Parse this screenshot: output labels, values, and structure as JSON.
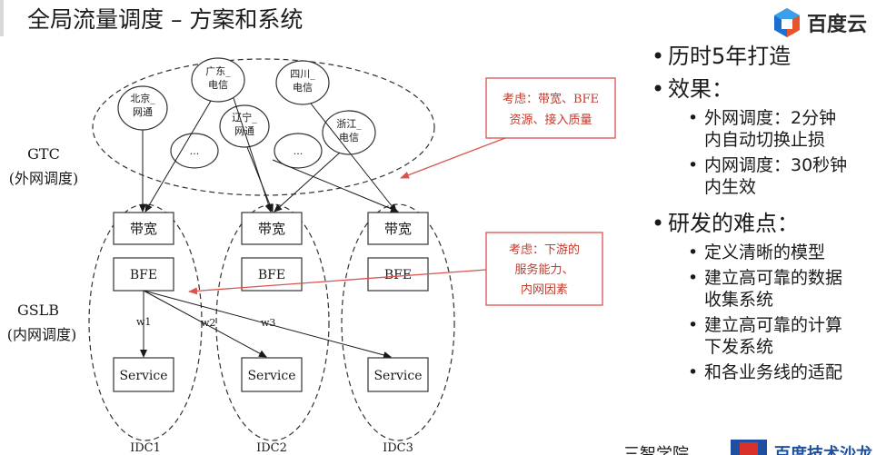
{
  "slide": {
    "title": "全局流量调度 – 方案和系统",
    "logo_text": "百度云"
  },
  "diagram": {
    "labels": {
      "gtc_line1": "GTC",
      "gtc_line2": "(外网调度)",
      "gslb_line1": "GSLB",
      "gslb_line2": "(内网调度)"
    },
    "isps": {
      "beijing": [
        "北京_",
        "网通"
      ],
      "guangdong": [
        "广东_",
        "电信"
      ],
      "sichuan": [
        "四川_",
        "电信"
      ],
      "liaoning": [
        "辽宁_",
        "网通"
      ],
      "zhejiang": [
        "浙江_",
        "电信"
      ],
      "ellipsis": "..."
    },
    "boxes": {
      "bandwidth": "带宽",
      "bfe": "BFE",
      "service": "Service"
    },
    "weights": [
      "w1",
      "w2",
      "w3"
    ],
    "idcs": [
      "IDC1",
      "IDC2",
      "IDC3"
    ],
    "callout_top": [
      "考虑：带宽、BFE",
      "资源、接入质量"
    ],
    "callout_bottom": [
      "考虑：下游的",
      "服务能力、",
      "内网因素"
    ],
    "colors": {
      "callout": "#d9534f",
      "line": "#1a1a1a"
    }
  },
  "bullets": {
    "b1": "历时5年打造",
    "b2": "效果：",
    "b2_1": [
      "外网调度：2分钟",
      "内自动切换止损"
    ],
    "b2_2": [
      "内网调度：30秒钟",
      "内生效"
    ],
    "b3": "研发的难点：",
    "b3_1": "定义清晰的模型",
    "b3_2": [
      "建立高可靠的数据",
      "收集系统"
    ],
    "b3_3": [
      "建立高可靠的计算",
      "下发系统"
    ],
    "b3_4": "和各业务线的适配"
  },
  "footer": {
    "left": "三智学院",
    "right": "百度技术沙龙"
  }
}
